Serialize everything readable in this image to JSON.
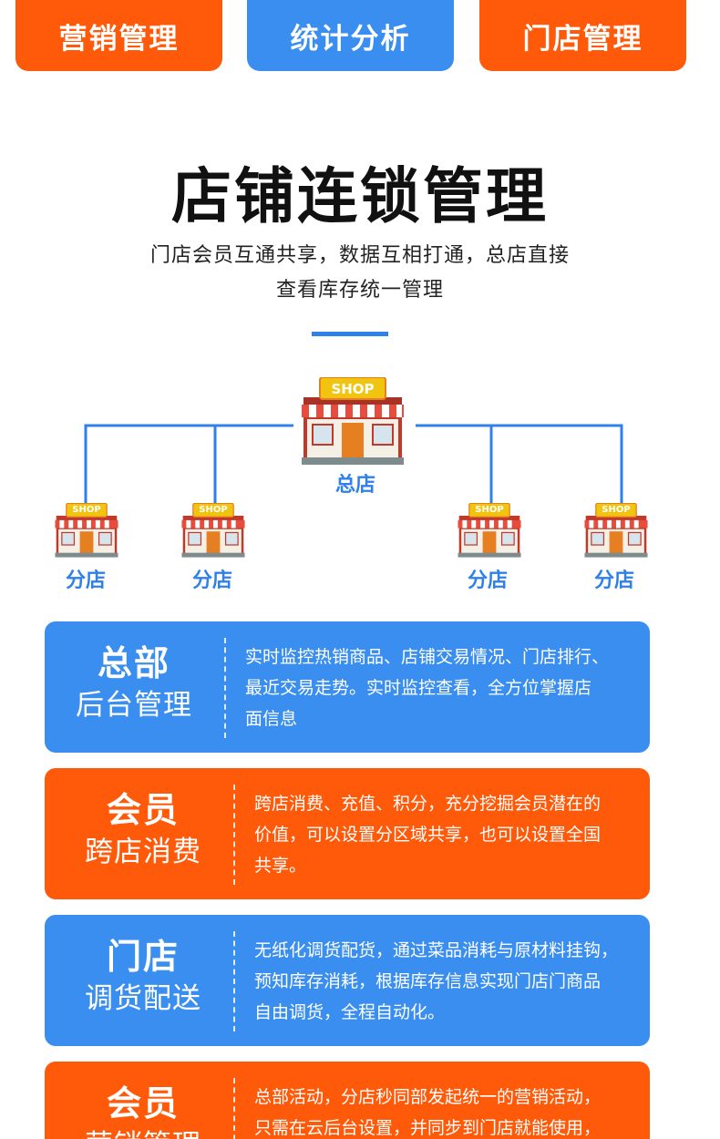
{
  "tabs": [
    {
      "label": "营销管理",
      "color": "#ff5a0a"
    },
    {
      "label": "统计分析",
      "color": "#3a8ef0"
    },
    {
      "label": "门店管理",
      "color": "#ff5a0a"
    }
  ],
  "headline": "店铺连锁管理",
  "subtitle": [
    "门店会员互通共享，数据互相打通，总店直接",
    "查看库存统一管理"
  ],
  "tree": {
    "sign_text": "SHOP",
    "hq_label": "总店",
    "branch_labels": [
      "分店",
      "分店",
      "分店",
      "分店"
    ]
  },
  "cards": [
    {
      "title": "总部",
      "subtitle": "后台管理",
      "color": "#3a8ef0",
      "lines": [
        "实时监控热销商品、店铺交易情况、门店排行、",
        "最近交易走势。实时监控查看，全方位掌握店",
        "面信息"
      ]
    },
    {
      "title": "会员",
      "subtitle": "跨店消费",
      "color": "#ff5a0a",
      "lines": [
        "跨店消费、充值、积分，充分挖掘会员潜在的",
        "价值，可以设置分区域共享，也可以设置全国",
        "共享。"
      ]
    },
    {
      "title": "门店",
      "subtitle": "调货配送",
      "color": "#3a8ef0",
      "lines": [
        "无纸化调货配货，通过菜品消耗与原材料挂钩，",
        "预知库存消耗，根据库存信息实现门店门商品",
        "自由调货，全程自动化。"
      ]
    },
    {
      "title": "会员",
      "subtitle": "营销管理",
      "color": "#ff5a0a",
      "lines": [
        "总部活动，分店秒同部发起统一的营销活动，",
        "只需在云后台设置，并同步到门店就能使用，"
      ]
    }
  ]
}
